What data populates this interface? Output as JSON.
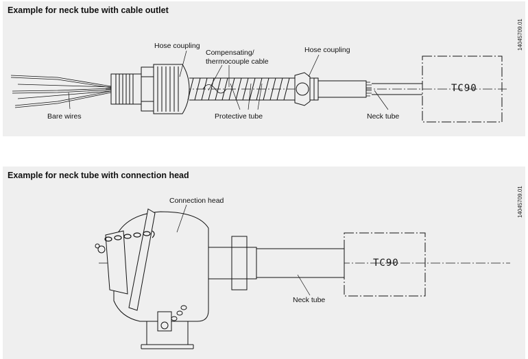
{
  "panel1": {
    "title": "Example for neck tube with cable outlet",
    "ref_code": "14045709.01",
    "labels": {
      "hose_coupling_left": "Hose coupling",
      "compensating": "Compensating/",
      "thermocouple_cable": "thermocouple cable",
      "hose_coupling_right": "Hose coupling",
      "bare_wires": "Bare wires",
      "protective_tube": "Protective tube",
      "neck_tube": "Neck tube"
    },
    "device": "TC90"
  },
  "panel2": {
    "title": "Example for neck tube with connection head",
    "ref_code": "14045709.01",
    "labels": {
      "connection_head": "Connection head",
      "neck_tube": "Neck tube"
    },
    "device": "TC90"
  }
}
